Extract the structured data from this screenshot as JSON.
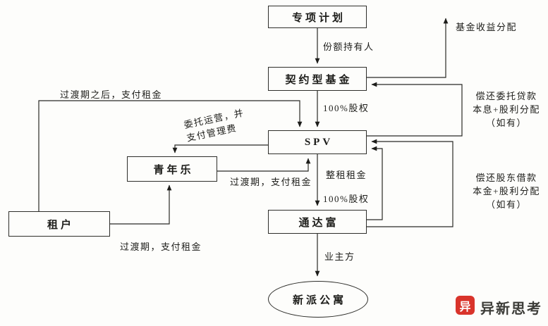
{
  "nodes": {
    "plan": "专项计划",
    "fund": "契约型基金",
    "spv": "SPV",
    "tongdafu": "通达富",
    "xinpai": "新派公寓",
    "qingnianle": "青年乐",
    "tenant": "租户"
  },
  "edge_labels": {
    "share_holder": "份额持有人",
    "fund_income": "基金收益分配",
    "equity_fund_spv": "100%股权",
    "repay_entrusted_loan": "偿还委托贷款\n本息+股利分配\n（如有）",
    "whole_lease_rent": "整租租金",
    "equity_spv_tdf": "100%股权",
    "repay_shareholder_loan": "偿还股东借款\n本金+股利分配\n（如有）",
    "entrust_operation": "委托运营，并\n支付管理费",
    "rent_transition_qnl": "过渡期，支付租金",
    "rent_after_transition": "过渡期之后，支付租金",
    "rent_transition_tenant": "过渡期，支付租金",
    "owner": "业主方"
  },
  "watermark": {
    "logo_char": "异",
    "text": "异新思考",
    "logo_color": "#d9342b"
  },
  "colors": {
    "line": "#2a2a26",
    "text": "#1d1d1a",
    "background": "#fdfdfb"
  }
}
